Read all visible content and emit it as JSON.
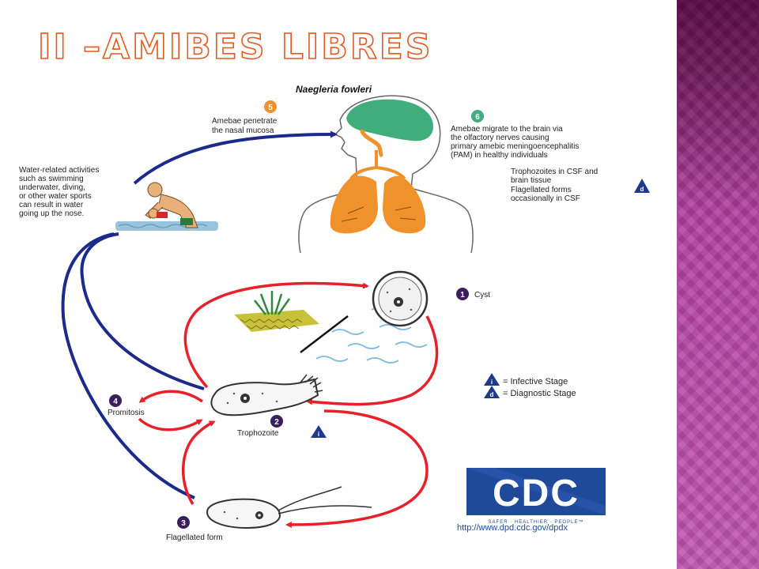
{
  "slide": {
    "title": "II –Amibes libres"
  },
  "diagram": {
    "organism": "Naegleria fowleri",
    "water_activity": [
      "Water-related activities",
      "such as swimming",
      "underwater, diving,",
      "or other water sports",
      "can result in water",
      "going up the nose."
    ],
    "step5": {
      "number": "5",
      "text": [
        "Amebae penetrate",
        "the nasal mucosa"
      ]
    },
    "step6": {
      "number": "6",
      "text": [
        "Amebae migrate to the brain via",
        "the olfactory nerves causing",
        "primary amebic meningoencephalitis",
        "(PAM) in healthy individuals"
      ]
    },
    "csf_note": [
      "Trophozoites in CSF and",
      "brain tissue",
      "Flagellated forms",
      "occasionally in CSF"
    ],
    "step1": {
      "number": "1",
      "label": "Cyst"
    },
    "step2": {
      "number": "2",
      "label": "Trophozoite"
    },
    "step3": {
      "number": "3",
      "label": "Flagellated form"
    },
    "step4": {
      "number": "4",
      "label": "Promitosis"
    },
    "legend": {
      "infective_badge": "i",
      "infective": "= Infective Stage",
      "diagnostic_badge": "d",
      "diagnostic": "= Diagnostic Stage"
    },
    "cdc": {
      "logo": "CDC",
      "tagline": "SAFER · HEALTHIER · PEOPLE™",
      "url": "http://www.dpd.cdc.gov/dpdx"
    },
    "colors": {
      "title_outline": "#e05a22",
      "arrow_red": "#e8202a",
      "arrow_blue": "#1c2a8c",
      "step_badge": "#3a1f5c",
      "brain": "#3fae7a",
      "lungs": "#f0922b",
      "cdc_blue": "#1f4a9a",
      "panel": "#b13fa0"
    }
  }
}
